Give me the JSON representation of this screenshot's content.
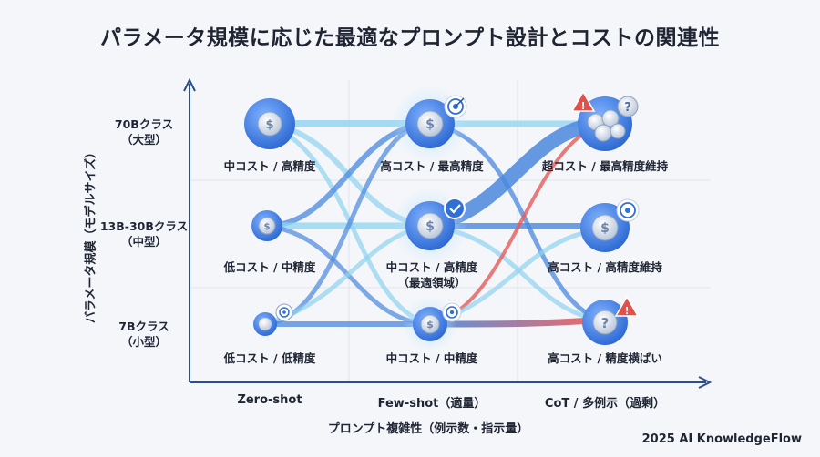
{
  "title": "パラメータ規模に応じた最適なプロンプト設計とコストの関連性",
  "y_axis": {
    "title": "パラメータ規模（モデルサイズ）",
    "categories": [
      {
        "line1": "70Bクラス",
        "line2": "（大型）"
      },
      {
        "line1": "13B-30Bクラス",
        "line2": "（中型）"
      },
      {
        "line1": "7Bクラス",
        "line2": "（小型）"
      }
    ]
  },
  "x_axis": {
    "title": "プロンプト複雑性（例示数・指示量）",
    "categories": [
      "Zero-shot",
      "Few-shot（適量）",
      "CoT / 多例示（過剰）"
    ]
  },
  "cells": {
    "zero_large": "中コスト / 高精度",
    "zero_mid": "低コスト / 中精度",
    "zero_small": "低コスト / 低精度",
    "few_large": "高コスト / 最高精度",
    "few_mid_line1": "中コスト / 高精度",
    "few_mid_line2": "（最適領域）",
    "few_small": "中コスト / 中精度",
    "cot_large": "超コスト / 最高精度維持",
    "cot_mid": "高コスト / 高精度維持",
    "cot_small": "高コスト / 精度横ばい"
  },
  "credit": "2025 AI KnowledgeFlow",
  "colors": {
    "flow_blue": "#4a88de",
    "flow_light": "#8fd3f0",
    "flow_red": "#e55b5b",
    "coin": "#c9d4e3",
    "node_blue": "#3b7de0",
    "badge_blue": "#2f6fd6",
    "warning_red": "#e0514b"
  },
  "icons": {
    "coin": "coin-dollar-icon",
    "target": "target-icon",
    "check": "check-badge-icon",
    "warning": "warning-icon",
    "question": "question-coin-icon"
  }
}
